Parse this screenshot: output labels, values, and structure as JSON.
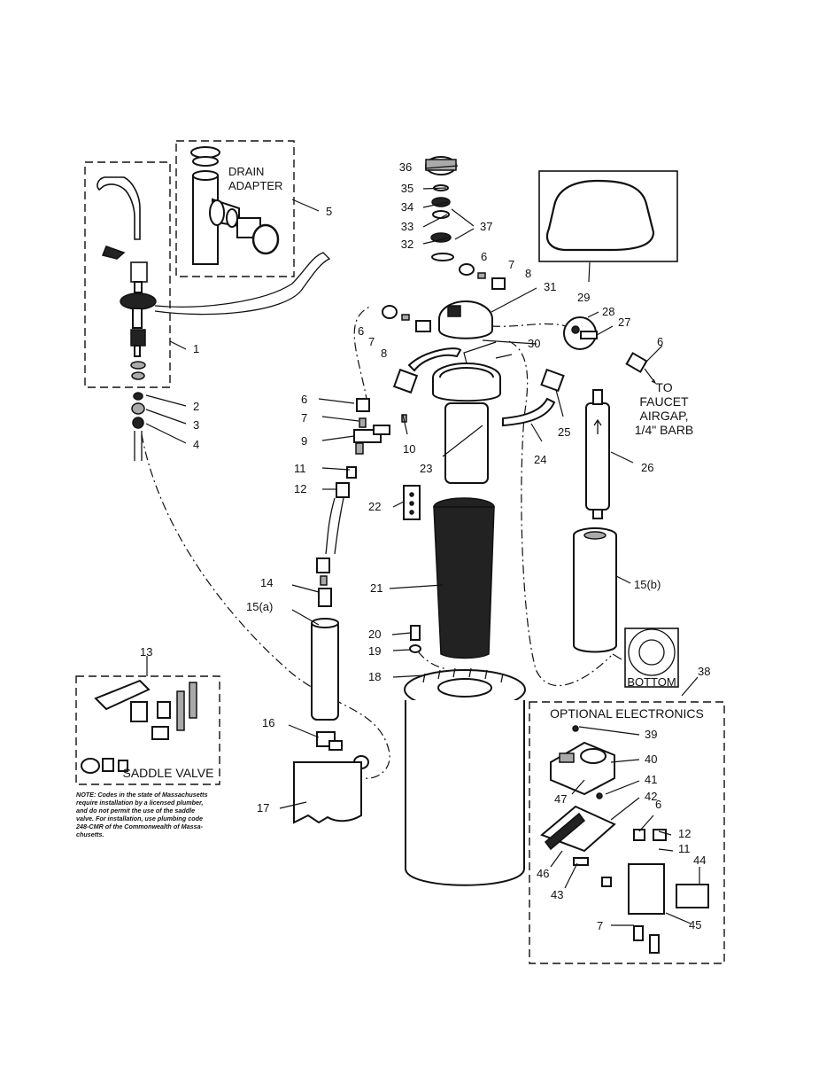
{
  "callouts": {
    "drain_adapter": [
      "DRAIN",
      "ADAPTER"
    ],
    "to_faucet": [
      "TO",
      "FAUCET",
      "AIRGAP,",
      "1/4\" BARB"
    ],
    "bottom": "BOTTOM",
    "optional_electronics": "OPTIONAL ELECTRONICS",
    "saddle_valve": "SADDLE VALVE"
  },
  "note": [
    "NOTE: Codes in the state of Massachusetts",
    "require installation by a licensed plumber,",
    "and do not permit the use of the saddle",
    "valve. For installation, use plumbing code",
    "248-CMR of the Commonwealth of Massa-",
    "chusetts."
  ],
  "part_numbers": {
    "p1": "1",
    "p2": "2",
    "p3": "3",
    "p4": "4",
    "p5": "5",
    "p6a": "6",
    "p6b": "6",
    "p6c": "6",
    "p6d": "6",
    "p6e": "6",
    "p7a": "7",
    "p7b": "7",
    "p7c": "7",
    "p7d": "7",
    "p8a": "8",
    "p8b": "8",
    "p9": "9",
    "p10": "10",
    "p11a": "11",
    "p11b": "11",
    "p12a": "12",
    "p12b": "12",
    "p13": "13",
    "p14": "14",
    "p15a": "15(a)",
    "p15b": "15(b)",
    "p16": "16",
    "p17": "17",
    "p18": "18",
    "p19": "19",
    "p20": "20",
    "p21": "21",
    "p22": "22",
    "p23": "23",
    "p24": "24",
    "p25": "25",
    "p26": "26",
    "p27": "27",
    "p28": "28",
    "p29": "29",
    "p30": "30",
    "p31": "31",
    "p32": "32",
    "p33": "33",
    "p34": "34",
    "p35": "35",
    "p36": "36",
    "p37": "37",
    "p38": "38",
    "p39": "39",
    "p40": "40",
    "p41": "41",
    "p42": "42",
    "p43": "43",
    "p44": "44",
    "p45": "45",
    "p46": "46",
    "p47": "47"
  }
}
